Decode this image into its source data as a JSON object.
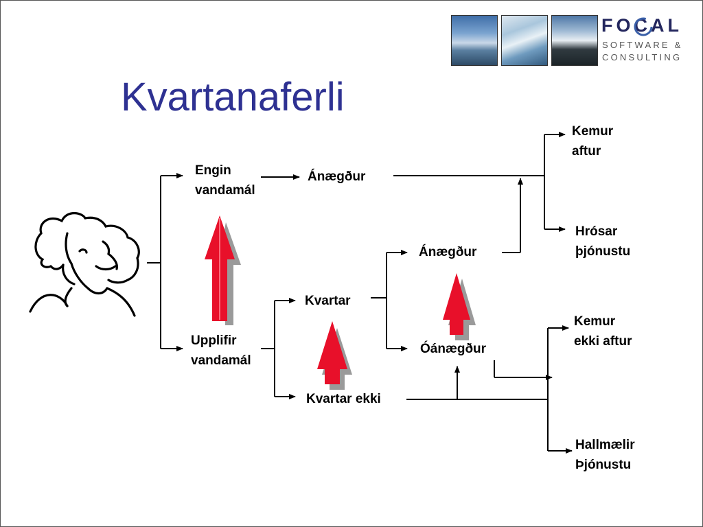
{
  "slide": {
    "title": "Kvartanaferli"
  },
  "logo": {
    "brand": "FOCAL",
    "line1": "SOFTWARE &",
    "line2": "CONSULTING",
    "accent_color": "#1e2a5e",
    "ring_color": "#3a5fa8"
  },
  "diagram": {
    "nodes": {
      "engin_vandamal": "Engin\nvandamál",
      "anaegdur_top": "Ánægður",
      "upplifir_vandamal": "Upplifir\nvandamál",
      "kvartar": "Kvartar",
      "kvartar_ekki": "Kvartar ekki",
      "anaegdur_mid": "Ánægður",
      "oanaegdur": "Óánægður",
      "kemur_aftur": "Kemur\naftur",
      "hrosar_thjonustu": "Hrósar\nþjónustu",
      "kemur_ekki_aftur": "Kemur\nekki aftur",
      "hallmaelir_thjonustu": "Hallmælir\nÞjónustu"
    },
    "arrow_color": "#e8102a",
    "arrow_shadow_color": "#9a9a9a"
  }
}
